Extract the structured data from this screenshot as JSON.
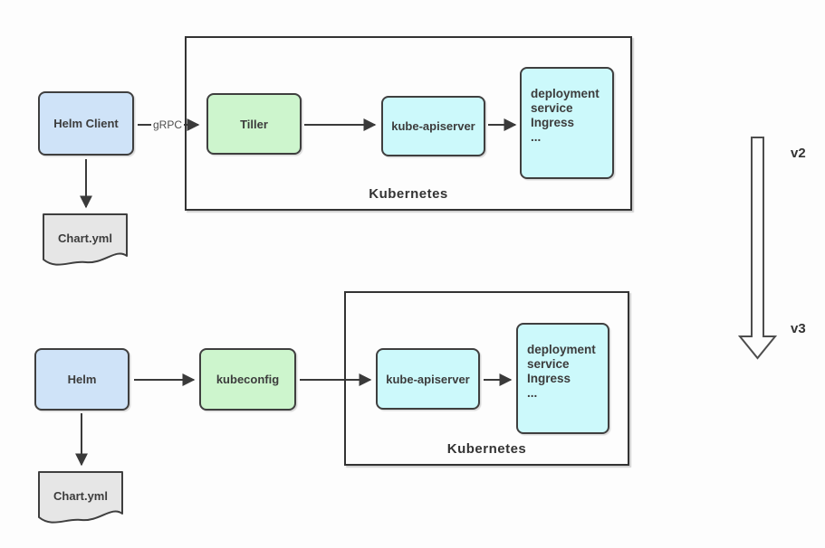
{
  "v2": {
    "version_label": "v2",
    "helm_client": "Helm Client",
    "grpc_label": "gRPC",
    "chart_file": "Chart.yml",
    "tiller": "Tiller",
    "kube_apiserver": "kube-apiserver",
    "resources": "deployment\nservice\nIngress\n...",
    "cluster_label": "Kubernetes"
  },
  "v3": {
    "version_label": "v3",
    "helm": "Helm",
    "chart_file": "Chart.yml",
    "kubeconfig": "kubeconfig",
    "kube_apiserver": "kube-apiserver",
    "resources": "deployment\nservice\nIngress\n...",
    "cluster_label": "Kubernetes"
  },
  "colors": {
    "client_node_fill": "#cfe3f8",
    "middle_node_fill": "#cdf5cd",
    "cluster_node_fill": "#ccf9fb",
    "file_shape_fill": "#e6e6e6",
    "stroke": "#3a3a3a",
    "background": "#fdfdfd"
  }
}
